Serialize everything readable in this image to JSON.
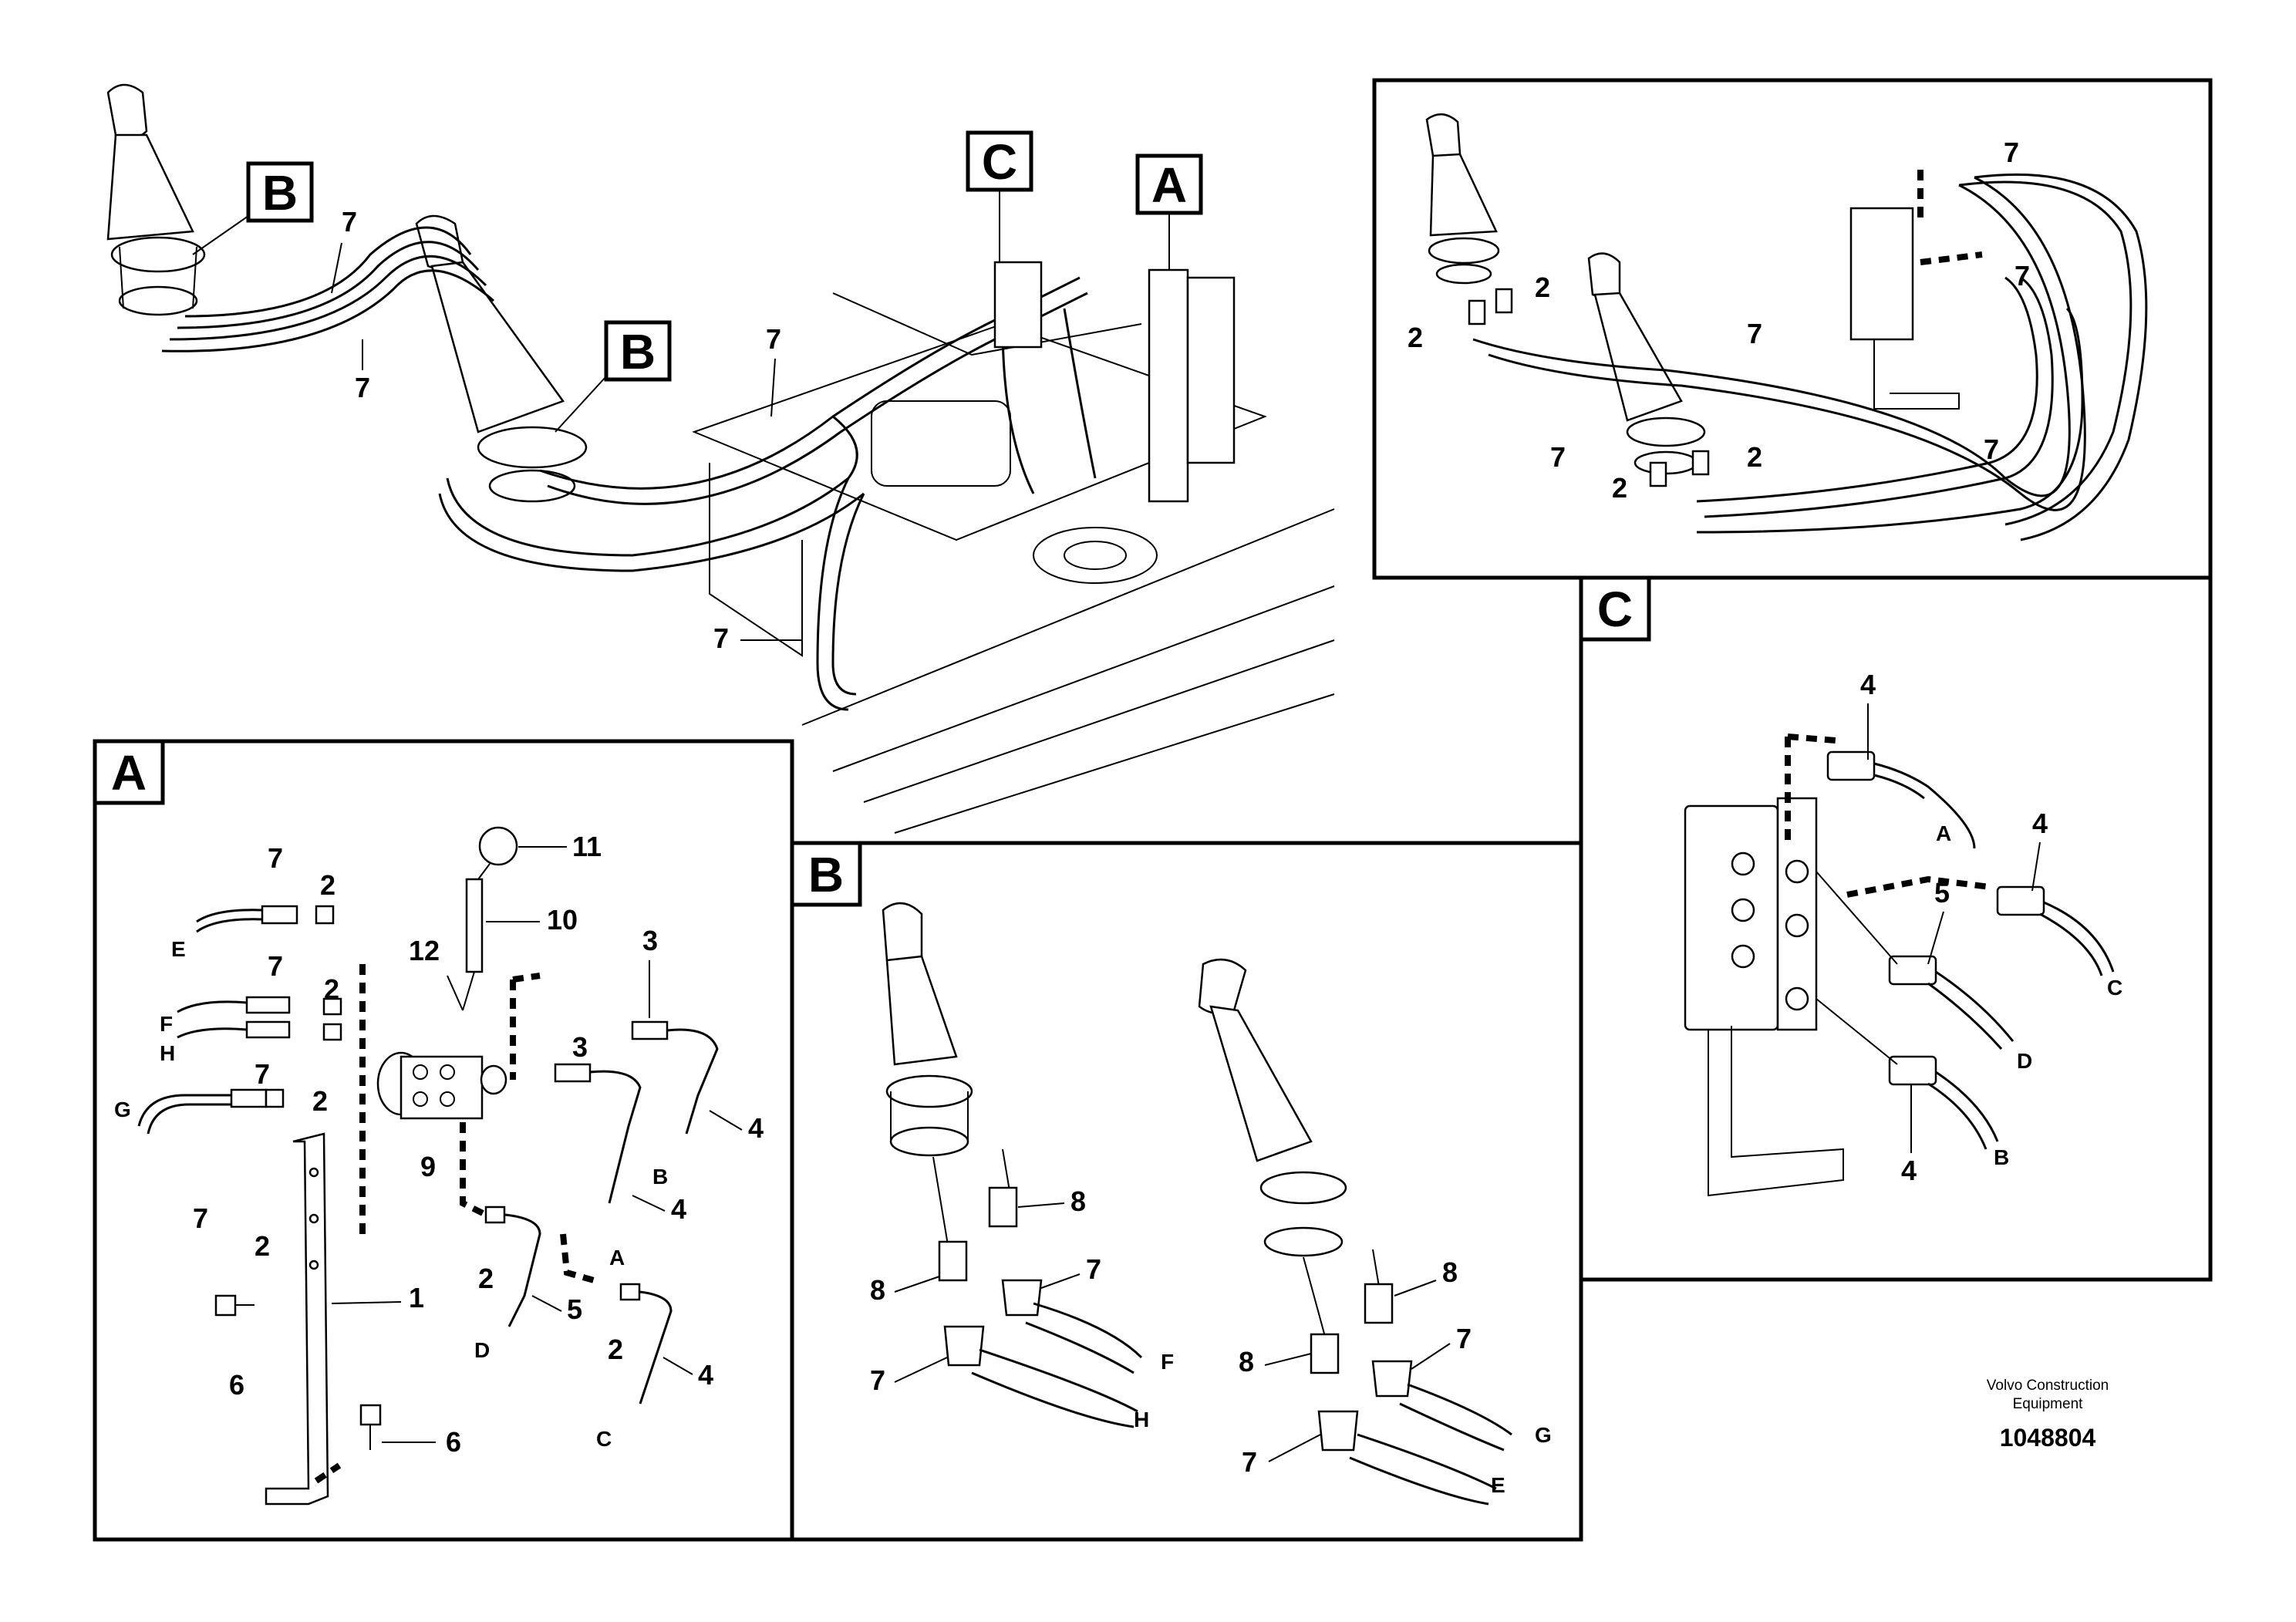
{
  "callouts": {
    "A": "A",
    "B": "B",
    "C": "C"
  },
  "detail_titles": {
    "A": "A",
    "B": "B",
    "C": "C"
  },
  "numbers": {
    "n1": "1",
    "n2": "2",
    "n3": "3",
    "n4": "4",
    "n5": "5",
    "n6": "6",
    "n7": "7",
    "n8": "8",
    "n9": "9",
    "n10": "10",
    "n11": "11",
    "n12": "12"
  },
  "ports": {
    "A": "A",
    "B": "B",
    "C": "C",
    "D": "D",
    "E": "E",
    "F": "F",
    "G": "G",
    "H": "H"
  },
  "credit": {
    "line1": "Volvo Construction",
    "line2": "Equipment"
  },
  "doc_number": "1048804"
}
